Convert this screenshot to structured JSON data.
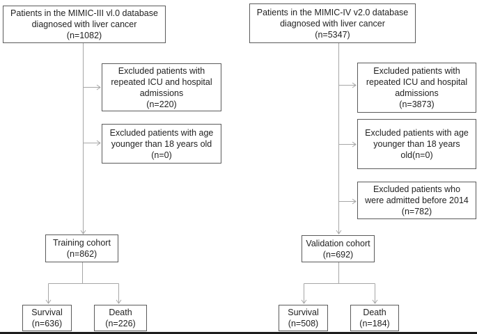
{
  "colors": {
    "background": "#ffffff",
    "box_border": "#5a5a5a",
    "connector": "#a6a6a6",
    "text": "#1f1f1f",
    "bottom_edge": "#1c1c1c"
  },
  "flowchart": {
    "left": {
      "source": {
        "lines": [
          "Patients in the MIMIC-III vl.0 database",
          "diagnosed with liver cancer",
          "(n=1082)"
        ]
      },
      "exclusion_1": {
        "lines": [
          "Excluded patients with",
          "repeated ICU and hospital",
          "admissions",
          "(n=220)"
        ]
      },
      "exclusion_2": {
        "lines": [
          "Excluded patients with age",
          "younger than 18 years old",
          "(n=0)"
        ]
      },
      "cohort": {
        "lines": [
          "Training cohort",
          "(n=862)"
        ]
      },
      "outcome_survival": {
        "lines": [
          "Survival",
          "(n=636)"
        ]
      },
      "outcome_death": {
        "lines": [
          "Death",
          "(n=226)"
        ]
      }
    },
    "right": {
      "source": {
        "lines": [
          "Patients in the MIMIC-IV v2.0 database",
          "diagnosed with liver cancer",
          "(n=5347)"
        ]
      },
      "exclusion_1": {
        "lines": [
          "Excluded patients with",
          "repeated ICU and hospital",
          "admissions",
          "(n=3873)"
        ]
      },
      "exclusion_2": {
        "lines": [
          "Excluded patients with age",
          "younger than 18 years",
          "old(n=0)"
        ]
      },
      "exclusion_3": {
        "lines": [
          "Excluded patients who",
          "were admitted before 2014",
          "(n=782)"
        ]
      },
      "cohort": {
        "lines": [
          "Validation cohort",
          "(n=692)"
        ]
      },
      "outcome_survival": {
        "lines": [
          "Survival",
          "(n=508)"
        ]
      },
      "outcome_death": {
        "lines": [
          "Death",
          "(n=184)"
        ]
      }
    }
  }
}
